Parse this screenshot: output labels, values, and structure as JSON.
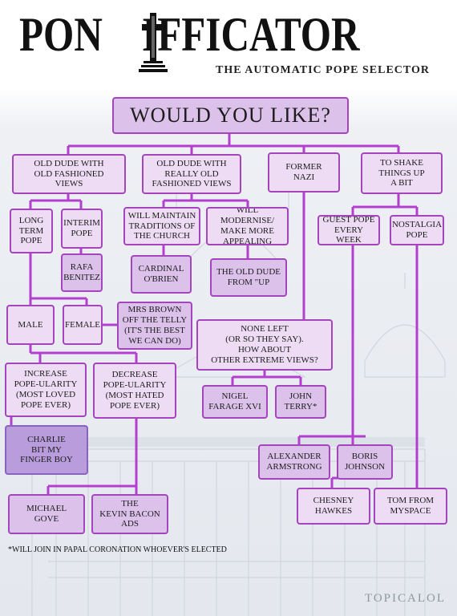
{
  "header": {
    "title": "PON IFFICATOR",
    "subtitle": "THE AUTOMATIC POPE SELECTOR"
  },
  "question": "WOULD YOU LIKE?",
  "nodes": {
    "old_fashioned": "OLD DUDE WITH\nOLD FASHIONED\nVIEWS",
    "really_old": "OLD DUDE WITH\nREALLY OLD\nFASHIONED VIEWS",
    "former_nazi": "FORMER\nNAZI",
    "shake_up": "TO SHAKE\nTHINGS UP\nA BIT",
    "long_term": "LONG\nTERM\nPOPE",
    "interim": "INTERIM\nPOPE",
    "rafa": "RAFA\nBENITEZ",
    "maintain": "WILL MAINTAIN\nTRADITIONS OF\nTHE CHURCH",
    "modernise": "WILL MODERNISE/\nMAKE MORE\nAPPEALING",
    "guest_pope": "GUEST POPE\nEVERY WEEK",
    "nostalgia": "NOSTALGIA\nPOPE",
    "cardinal": "CARDINAL\nO'BRIEN",
    "old_dude_up": "THE OLD DUDE\nFROM \"UP",
    "male": "MALE",
    "female": "FEMALE",
    "mrs_brown": "MRS BROWN\nOFF THE TELLY\n(IT'S THE BEST\nWE CAN DO)",
    "none_left": "NONE LEFT\n(OR SO THEY SAY).\nHOW ABOUT\nOTHER EXTREME VIEWS?",
    "increase": "INCREASE\nPOPE-ULARITY\n(MOST LOVED\nPOPE EVER)",
    "decrease": "DECREASE\nPOPE-ULARITY\n(MOST HATED\nPOPE EVER)",
    "farage": "NIGEL\nFARAGE XVI",
    "terry": "JOHN\nTERRY*",
    "charlie": "CHARLIE\nBIT MY\nFINGER BOY",
    "armstrong": "ALEXANDER\nARMSTRONG",
    "boris": "BORIS\nJOHNSON",
    "gove": "MICHAEL\nGOVE",
    "kevin_bacon": "THE\nKEVIN BACON\nADS",
    "chesney": "CHESNEY\nHAWKES",
    "tom": "TOM FROM\nMYSPACE"
  },
  "footnote": "*WILL JOIN IN PAPAL CORONATION WHOEVER'S ELECTED",
  "credit": "TOPICALOL",
  "colors": {
    "connector": "#b43ecf",
    "box_border": "#a445bd",
    "box_light": "#eddcf3",
    "box_mid": "#dcc2ea",
    "box_dark": "#b99cdc"
  }
}
